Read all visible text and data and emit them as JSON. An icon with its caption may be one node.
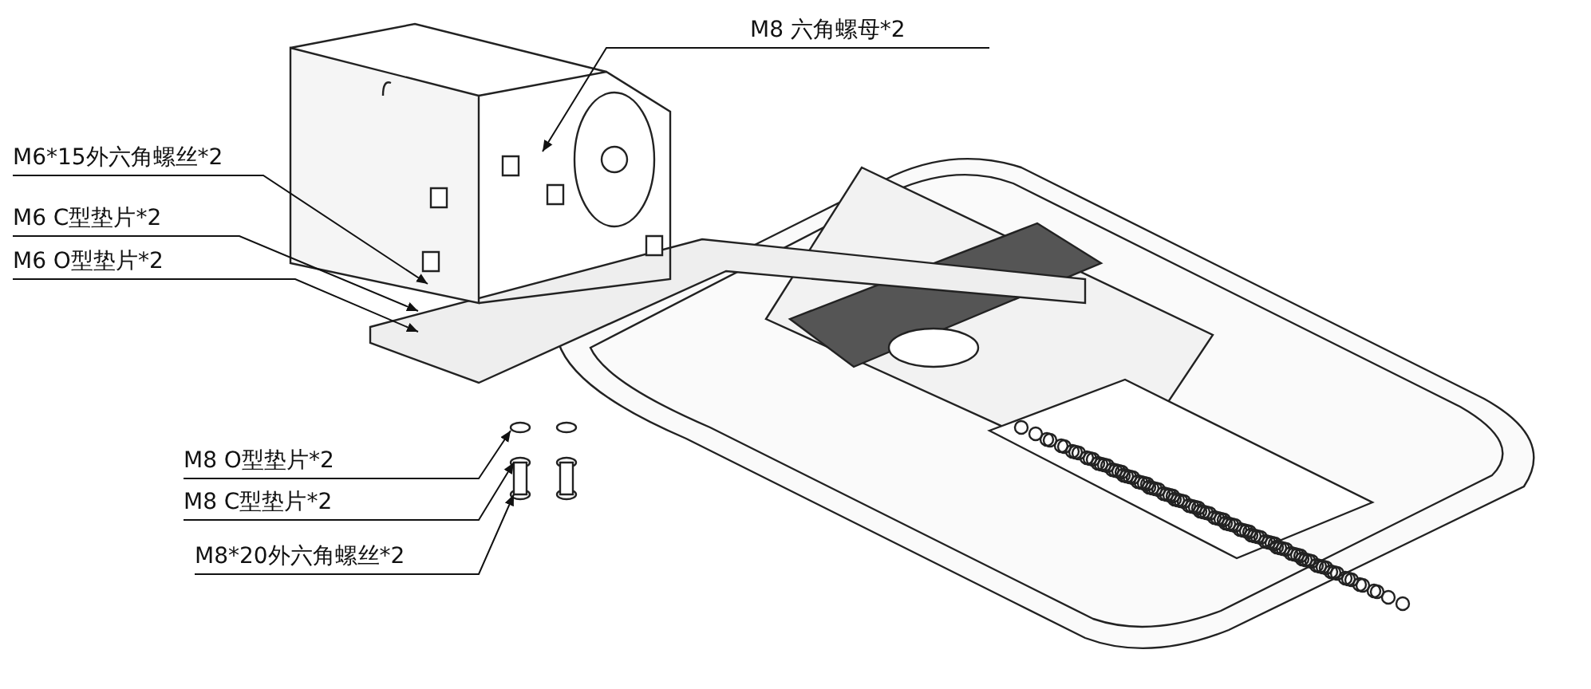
{
  "diagram": {
    "nodes": [
      {
        "text": [
          "M8  六角螺母*2"
        ]
      },
      {
        "text": [
          "M6*15外六角螺丝*2"
        ]
      },
      {
        "text": [
          "M6 C型垫片*2"
        ]
      },
      {
        "text": [
          "M6 O型垫片*2"
        ]
      },
      {
        "text": [
          "M8 O型垫片*2"
        ]
      },
      {
        "text": [
          "M8 C型垫片*2"
        ]
      },
      {
        "text": [
          "M8*20外六角螺丝*2"
        ]
      }
    ],
    "edges": [
      {
        "from": 0,
        "to": null,
        "arrow": "to"
      },
      {
        "from": 1,
        "to": null,
        "arrow": "to"
      },
      {
        "from": 2,
        "to": null,
        "arrow": "to"
      },
      {
        "from": 3,
        "to": null,
        "arrow": "to"
      },
      {
        "from": 4,
        "to": null,
        "arrow": "to"
      },
      {
        "from": 5,
        "to": null,
        "arrow": "to"
      },
      {
        "from": 6,
        "to": null,
        "arrow": "to"
      }
    ]
  }
}
